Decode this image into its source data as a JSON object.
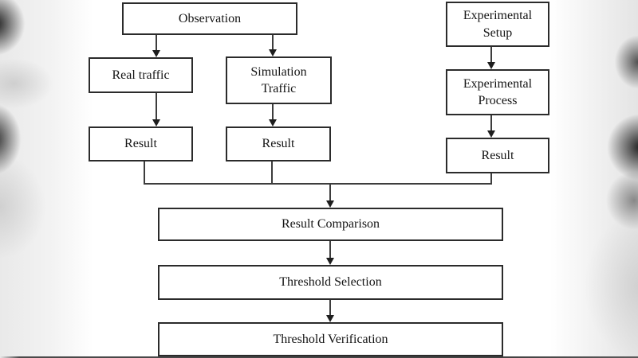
{
  "diagram": {
    "type": "flowchart",
    "nodes": {
      "observation": {
        "label": "Observation"
      },
      "real_traffic": {
        "label": "Real traffic"
      },
      "simulation_traffic": {
        "label": "Simulation Traffic"
      },
      "result_obs_real": {
        "label": "Result"
      },
      "result_obs_sim": {
        "label": "Result"
      },
      "experimental_setup": {
        "label": "Experimental Setup"
      },
      "experimental_process": {
        "label": "Experimental Process"
      },
      "result_experimental": {
        "label": "Result"
      },
      "result_comparison": {
        "label": "Result Comparison"
      },
      "threshold_selection": {
        "label": "Threshold Selection"
      },
      "threshold_verification": {
        "label": "Threshold Verification"
      }
    },
    "edges": [
      {
        "from": "observation",
        "to": "real_traffic"
      },
      {
        "from": "observation",
        "to": "simulation_traffic"
      },
      {
        "from": "real_traffic",
        "to": "result_obs_real"
      },
      {
        "from": "simulation_traffic",
        "to": "result_obs_sim"
      },
      {
        "from": "experimental_setup",
        "to": "experimental_process"
      },
      {
        "from": "experimental_process",
        "to": "result_experimental"
      },
      {
        "from": "result_obs_real",
        "to": "result_comparison"
      },
      {
        "from": "result_obs_sim",
        "to": "result_comparison"
      },
      {
        "from": "result_experimental",
        "to": "result_comparison"
      },
      {
        "from": "result_comparison",
        "to": "threshold_selection"
      },
      {
        "from": "threshold_selection",
        "to": "threshold_verification"
      }
    ],
    "colors": {
      "box_border": "#2b2b2b",
      "box_fill": "#ffffff",
      "text": "#141414",
      "connector": "#3d3d3d",
      "canvas": "#ffffff",
      "edge_blur_band": "#e9e9e9",
      "bottom_frame_edge": "#4a4a4a"
    }
  }
}
